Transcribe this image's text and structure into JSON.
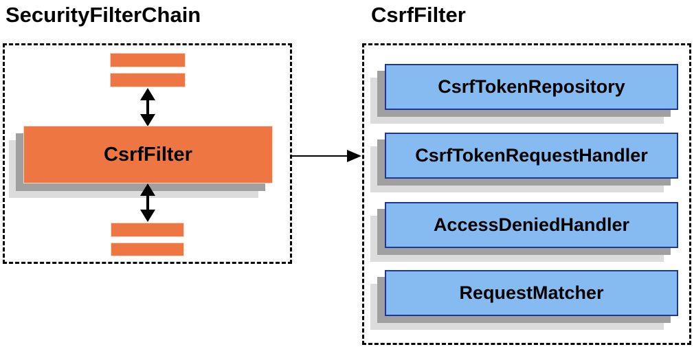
{
  "left_panel": {
    "title": "SecurityFilterChain",
    "filter_box": {
      "label": "CsrfFilter"
    }
  },
  "right_panel": {
    "title": "CsrfFilter",
    "components": [
      {
        "label": "CsrfTokenRepository"
      },
      {
        "label": "CsrfTokenRequestHandler"
      },
      {
        "label": "AccessDeniedHandler"
      },
      {
        "label": "RequestMatcher"
      }
    ]
  },
  "colors": {
    "filter_orange": "#EE7642",
    "component_blue": "#85BBF0",
    "component_border_blue": "#1F3699",
    "shadow_gray": "#A0A0A0",
    "shadow_light_gray": "#DCDCDC",
    "arrow_black": "#000000"
  }
}
